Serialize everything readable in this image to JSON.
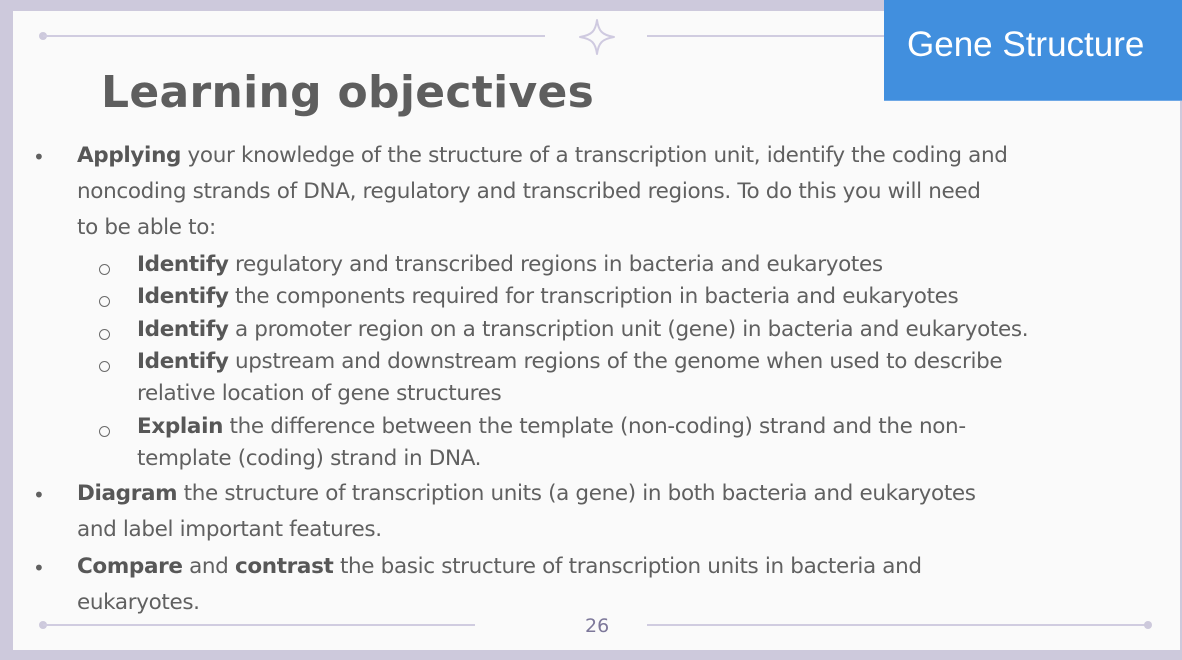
{
  "slide": {
    "title": "Learning objectives",
    "tag": "Gene Structure",
    "page_number": "26",
    "colors": {
      "frame": "#cdc9dc",
      "card": "#fafafa",
      "accent_blue": "#418fde",
      "title_text": "#5e5e5e",
      "body_text": "#606060",
      "decor_lines": "#d0cce0",
      "page_number": "#7d789a"
    },
    "decor": {
      "top_center_icon": "four-point-star-icon"
    }
  },
  "objectives": [
    {
      "level": 1,
      "lines": [
        {
          "bold": "Applying",
          "text": " your knowledge of the structure of a transcription unit, identify the coding and"
        },
        {
          "bold": "",
          "text": "noncoding strands of DNA, regulatory and transcribed regions. To do this you will need"
        },
        {
          "bold": "",
          "text": "to be able to:"
        }
      ],
      "sub_items": [
        {
          "lines": [
            {
              "bold": "Identify",
              "text": " regulatory and transcribed regions in bacteria and eukaryotes"
            }
          ]
        },
        {
          "lines": [
            {
              "bold": "Identify",
              "text": " the components required for transcription in bacteria and eukaryotes"
            }
          ]
        },
        {
          "lines": [
            {
              "bold": "Identify",
              "text": " a promoter region on a transcription unit (gene) in bacteria and eukaryotes."
            }
          ]
        },
        {
          "lines": [
            {
              "bold": "Identify",
              "text": " upstream and downstream regions of the genome when used to describe"
            },
            {
              "bold": "",
              "text": "relative location of gene structures"
            }
          ]
        },
        {
          "lines": [
            {
              "bold": "Explain",
              "text": " the difference between the template (non-coding) strand and the non-"
            },
            {
              "bold": "",
              "text": "template (coding) strand in DNA."
            }
          ]
        }
      ]
    },
    {
      "level": 1,
      "lines": [
        {
          "bold": "Diagram",
          "text": " the structure of transcription units (a gene) in both bacteria and eukaryotes"
        },
        {
          "bold": "",
          "text": "and label important features."
        }
      ]
    },
    {
      "level": 1,
      "lines": [
        {
          "bold": "Compare",
          "text": " and ",
          "bold2": "contrast",
          "text2": " the basic structure of transcription units in bacteria and"
        },
        {
          "bold": "",
          "text": "eukaryotes."
        }
      ]
    }
  ]
}
